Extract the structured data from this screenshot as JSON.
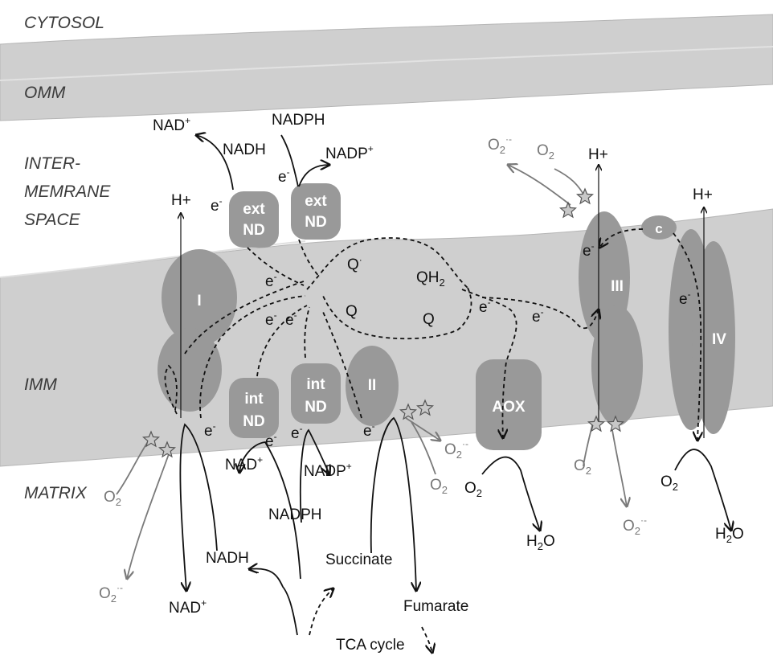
{
  "regions": {
    "cytosol": "CYTOSOL",
    "omm": "OMM",
    "ims_line1": "INTER-",
    "ims_line2": "MEMRANE",
    "ims_line3": "SPACE",
    "imm": "IMM",
    "matrix": "MATRIX"
  },
  "complexes": {
    "ext_nd_1_top": "ext",
    "ext_nd_1_bottom": "ND",
    "ext_nd_2_top": "ext",
    "ext_nd_2_bottom": "ND",
    "int_nd_1_top": "int",
    "int_nd_1_bottom": "ND",
    "int_nd_2_top": "int",
    "int_nd_2_bottom": "ND",
    "complex_i": "I",
    "complex_ii": "II",
    "complex_iii": "III",
    "complex_iv": "IV",
    "aox": "AOX",
    "cytochrome_c": "c"
  },
  "labels": {
    "nad_plus": "NAD",
    "plus_sup": "+",
    "nadh": "NADH",
    "nadph": "NADPH",
    "nadp_plus": "NADP",
    "h_plus": "H+",
    "e_minus": "e",
    "minus_sup": "-",
    "q": "Q",
    "q_radical_sup": "·",
    "qh2_base": "QH",
    "sub_2": "2",
    "o2_base": "O",
    "superoxide_sup": "·-",
    "h2o_h": "H",
    "h2o_o": "O",
    "succinate": "Succinate",
    "fumarate": "Fumarate",
    "tca_cycle": "TCA cycle"
  },
  "colors": {
    "membrane": "#cfcfcf",
    "membrane_dark": "#bdbdbd",
    "complex_fill": "#999999",
    "ros_gray": "#777777",
    "star_fill": "#c8c8c8"
  }
}
